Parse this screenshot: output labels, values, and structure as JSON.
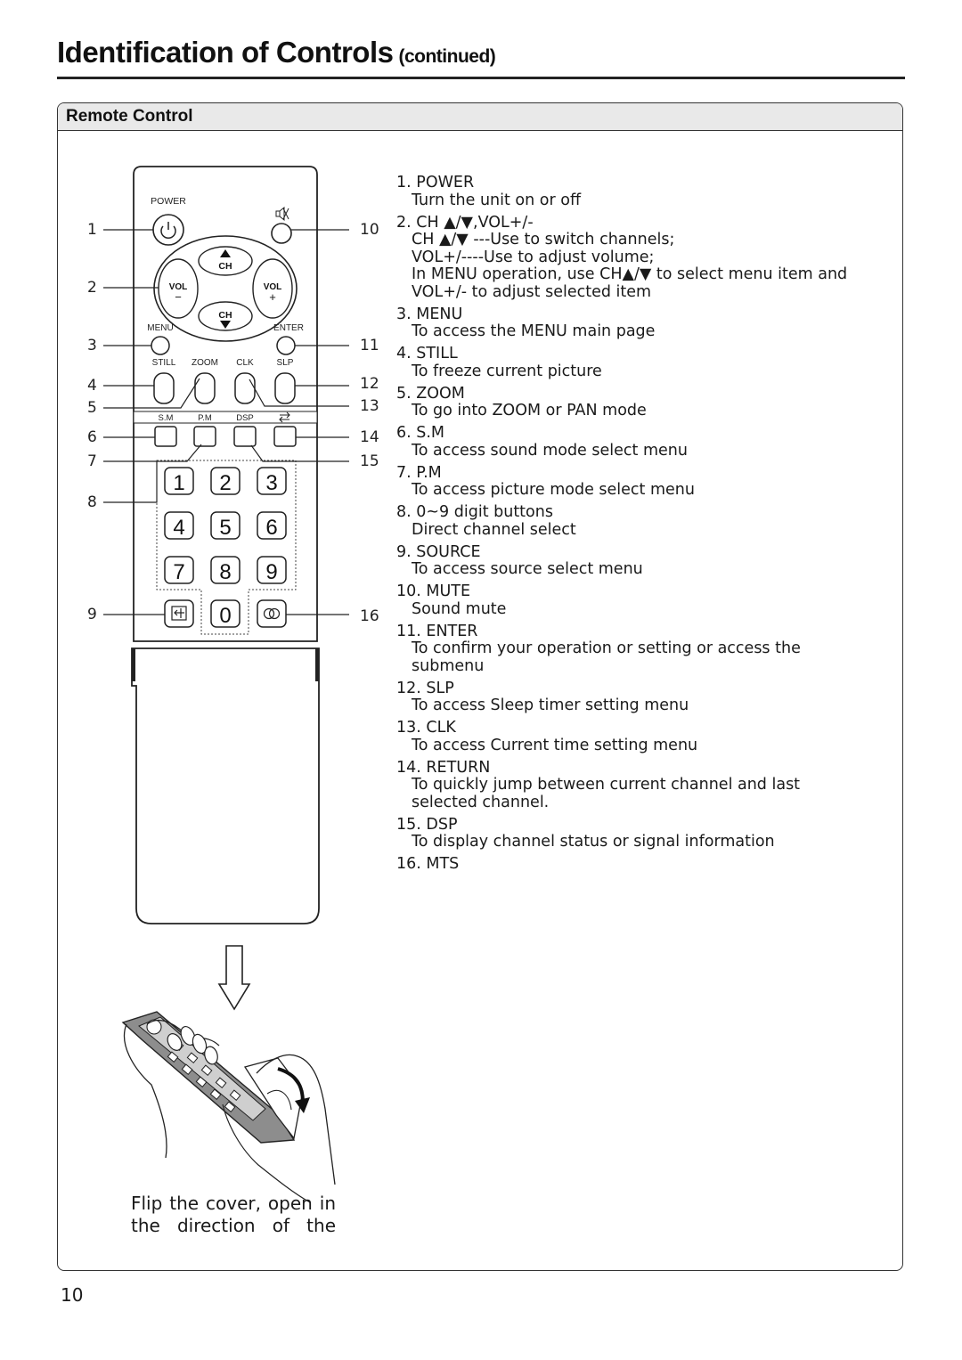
{
  "header": {
    "title": "Identification of Controls",
    "continued": "(continued)"
  },
  "section": {
    "title": "Remote Control"
  },
  "remote": {
    "power_label": "POWER",
    "ch_label": "CH",
    "vol_label": "VOL",
    "vol_minus": "−",
    "vol_plus": "+",
    "menu_label": "MENU",
    "enter_label": "ENTER",
    "still_label": "STILL",
    "zoom_label": "ZOOM",
    "clk_label": "CLK",
    "slp_label": "SLP",
    "sm_label": "S.M",
    "pm_label": "P.M",
    "dsp_label": "DSP",
    "digits": [
      "1",
      "2",
      "3",
      "4",
      "5",
      "6",
      "7",
      "8",
      "9",
      "0"
    ]
  },
  "callouts": {
    "left": [
      "1",
      "2",
      "3",
      "4",
      "5",
      "6",
      "7",
      "8",
      "9"
    ],
    "right": [
      "10",
      "11",
      "12",
      "13",
      "14",
      "15",
      "16"
    ]
  },
  "descriptions": [
    {
      "title": "1. POWER",
      "lines": [
        "Turn the unit on or off"
      ]
    },
    {
      "title": "2. CH ▲/▼,VOL+/-",
      "lines": [
        "CH ▲/▼ ---Use to switch channels;",
        "VOL+/----Use to adjust volume;",
        "In MENU operation, use CH▲/▼ to select menu item and",
        "VOL+/- to adjust selected item"
      ]
    },
    {
      "title": "3. MENU",
      "lines": [
        "To access the MENU main page"
      ]
    },
    {
      "title": "4. STILL",
      "lines": [
        "To freeze current picture"
      ]
    },
    {
      "title": "5. ZOOM",
      "lines": [
        "To go into ZOOM or PAN mode"
      ]
    },
    {
      "title": "6. S.M",
      "lines": [
        "To access sound mode select menu"
      ]
    },
    {
      "title": "7. P.M",
      "lines": [
        "To access picture mode select menu"
      ]
    },
    {
      "title": "8. 0~9 digit buttons",
      "lines": [
        "Direct channel select"
      ]
    },
    {
      "title": "9. SOURCE",
      "lines": [
        "To access source select menu"
      ]
    },
    {
      "title": "10. MUTE",
      "lines": [
        "Sound mute"
      ]
    },
    {
      "title": "11. ENTER",
      "lines": [
        "To confirm your operation or setting or access the",
        "submenu"
      ]
    },
    {
      "title": "12. SLP",
      "lines": [
        "To access Sleep timer setting menu"
      ]
    },
    {
      "title": "13. CLK",
      "lines": [
        "To access Current time setting menu"
      ]
    },
    {
      "title": "14. RETURN",
      "lines": [
        "To quickly jump between current channel and last",
        "selected channel."
      ]
    },
    {
      "title": "15. DSP",
      "lines": [
        "To display channel status or signal information"
      ]
    },
    {
      "title": "16. MTS",
      "lines": []
    }
  ],
  "caption": "Flip the cover, open in the direction of the",
  "page_number": "10"
}
